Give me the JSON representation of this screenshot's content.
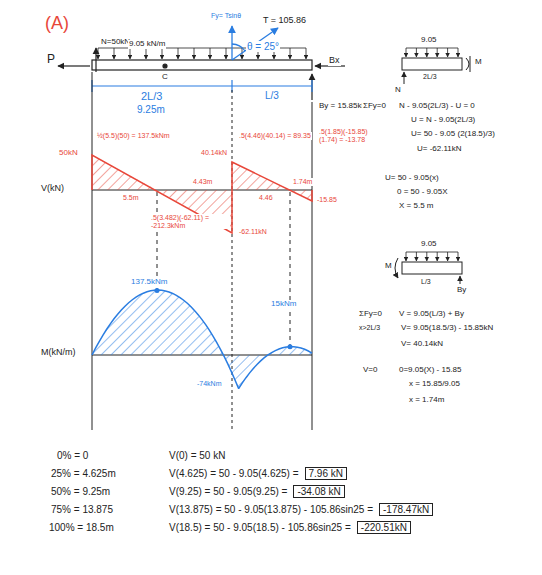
{
  "diagram": {
    "labels": [
      "(A)",
      "N=50kN",
      "9.05 kN/m",
      "Fy= Tsinθ",
      "T = 105.86",
      "θ = 25°",
      "P",
      "C",
      "Bx",
      "By = 15.85kN",
      "2L/3",
      "9.25m",
      "L/3",
      "9.05",
      "2L/3",
      "N",
      "M",
      "ΣFy=0",
      "N - 9.05(2L/3) - U = 0",
      "U = N - 9.05(2L/3)",
      "U= 50 - 9.05 (2(18.5)/3)",
      "U= -62.11kN",
      "U= 50 - 9.05(x)",
      "0 = 50 - 9.05X",
      "X = 5.5 m",
      "9.05",
      "M",
      "L/3",
      "By",
      "ΣFy=0",
      "V = 9.05(L/3) + By",
      "V= 9.05(18.5/3) - 15.85kN",
      "V= 40.14kN",
      "x>2L/3",
      "V=0",
      "0=9.05(X) - 15.85",
      "x = 15.85/9.05",
      "x = 1.74m",
      "50kN",
      "V(kN)",
      "½(5.5)(50) = 137.5kNm",
      "40.14kN",
      ".5(4.46)(40.14) = 89.35",
      ".5(1.85)(-15.85)(1.74) = -13.78",
      "4.43m",
      "5.5m",
      "4.46",
      "1.74m",
      "-15.85",
      ".5(3.482)(-62.11) = -212.3kNm",
      "-62.11kN",
      "137.5kNm",
      "15kNm",
      "-74kNm",
      "M(kN/m)",
      "0% = 0",
      "25% = 4.625m",
      "50% = 9.25m",
      "75% = 13.875",
      "100% = 18.5m",
      "V(0) = 50 kN",
      "V(4.625) = 50 - 9.05(4.625) =",
      "7.96 kN",
      "V(9.25) = 50 - 9.05(9.25) =",
      "-34.08 kN",
      "V(13.875) = 50 - 9.05(13.875) - 105.86sin25 =",
      "-178.47kN",
      "V(18.5) = 50 - 9.05(18.5) - 105.86sin25 =",
      "-220.51kN"
    ]
  }
}
